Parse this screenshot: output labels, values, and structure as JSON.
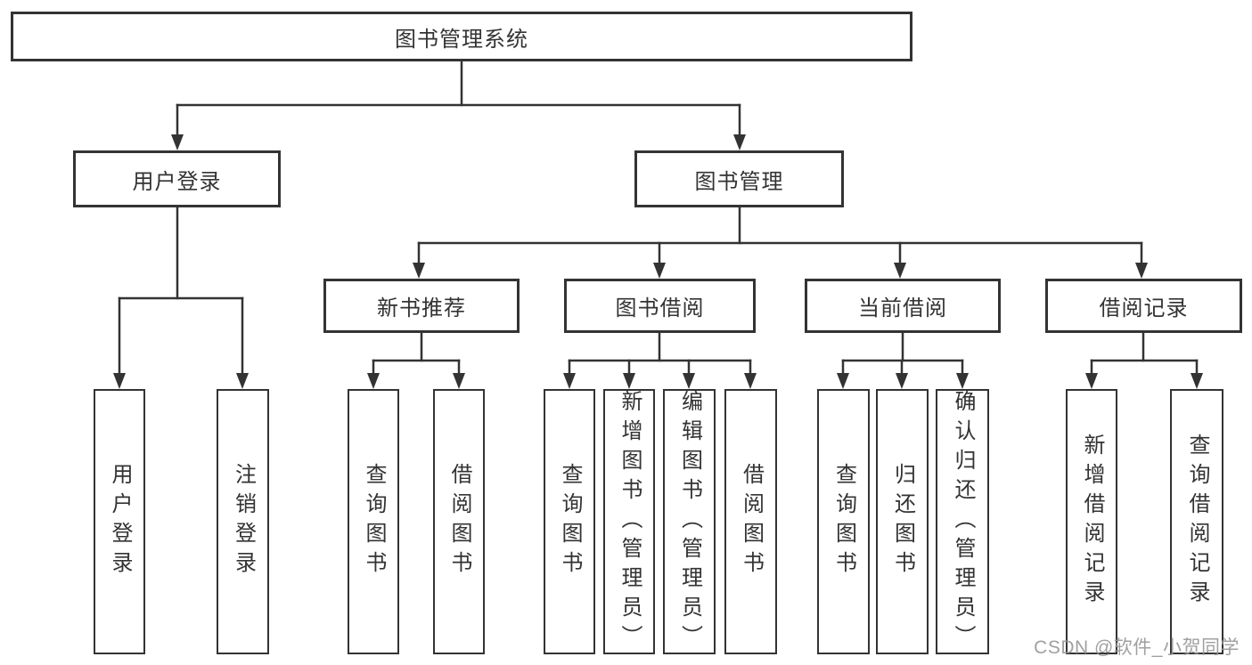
{
  "diagram_type": "hierarchy-tree",
  "colors": {
    "line": "#333333",
    "box_border": "#333333",
    "text": "#333333",
    "background": "#ffffff",
    "watermark": "#969698"
  },
  "tree": {
    "label": "图书管理系统",
    "children": [
      {
        "label": "用户登录",
        "children": [
          {
            "label": "用户登录"
          },
          {
            "label": "注销登录"
          }
        ]
      },
      {
        "label": "图书管理",
        "children": [
          {
            "label": "新书推荐",
            "children": [
              {
                "label": "查询图书"
              },
              {
                "label": "借阅图书"
              }
            ]
          },
          {
            "label": "图书借阅",
            "children": [
              {
                "label": "查询图书"
              },
              {
                "label": "新增图书（管理员）"
              },
              {
                "label": "编辑图书（管理员）"
              },
              {
                "label": "借阅图书"
              }
            ]
          },
          {
            "label": "当前借阅",
            "children": [
              {
                "label": "查询图书"
              },
              {
                "label": "归还图书"
              },
              {
                "label": "确认归还（管理员）"
              }
            ]
          },
          {
            "label": "借阅记录",
            "children": [
              {
                "label": "新增借阅记录"
              },
              {
                "label": "查询借阅记录"
              }
            ]
          }
        ]
      }
    ]
  },
  "watermark": {
    "text": "CSDN @软件_小贺同学"
  }
}
